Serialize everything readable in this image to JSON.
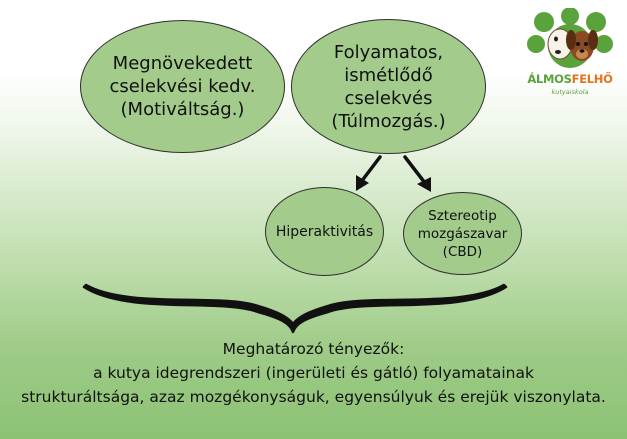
{
  "nodes": {
    "motivation": {
      "lines": [
        "Megnövekedett",
        "cselekvési kedv.",
        "(Motiváltság.)"
      ]
    },
    "continuous": {
      "lines": [
        "Folyamatos,",
        "ismétlődő",
        "cselekvés",
        "(Túlmozgás.)"
      ]
    },
    "hyperactivity": {
      "lines": [
        "Hiperaktivitás"
      ]
    },
    "stereotypy": {
      "lines": [
        "Sztereotip",
        "mozgászavar",
        "(CBD)"
      ]
    }
  },
  "footer": {
    "lines": [
      "Meghatározó tényezők:",
      "a kutya idegrendszeri (ingerületi és gátló) folyamatainak",
      "strukturáltsága, azaz mozgékonyságuk, egyensúlyuk és erejük viszonylata."
    ]
  },
  "logo": {
    "name_part1": "ÁLMOS",
    "name_part2": "FELHŐ",
    "subtitle": "kutyaiskola",
    "colors": {
      "green": "#5aa23c",
      "orange": "#e37321"
    }
  },
  "colors": {
    "oval_fill": "#a3cc8c",
    "oval_stroke": "#2e2e2e",
    "text": "#111111"
  }
}
